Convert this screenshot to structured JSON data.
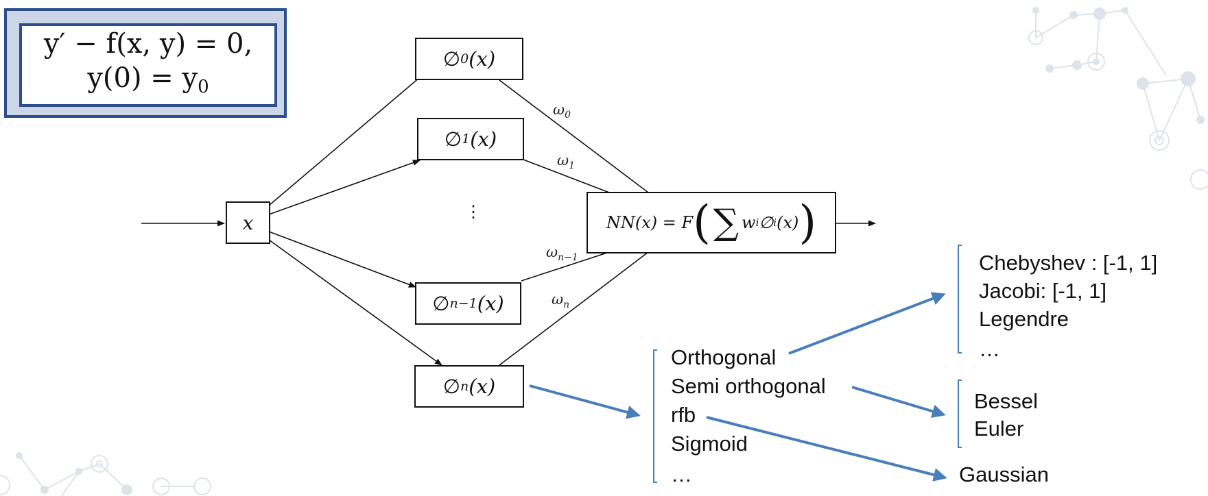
{
  "equation": {
    "line1": "y′ − f(x, y) = 0,",
    "line2_main": "y(0) = y",
    "line2_sub": "0"
  },
  "network": {
    "input": "x",
    "phi_symbol": "∅",
    "phi_arg": "(x)",
    "basis_subscripts": [
      "0",
      "1",
      "n−1",
      "n"
    ],
    "vdots": "⋮",
    "weight_symbol": "ω",
    "weight_subscripts": [
      "0",
      "1",
      "n−1",
      "n"
    ],
    "output": {
      "lhs": "NN(x) = F",
      "sigma": "∑",
      "w": "w",
      "w_sub": "i",
      "phi": "∅",
      "phi_sub": "i",
      "arg": "(x)"
    }
  },
  "basis_types": {
    "items": [
      "Orthogonal",
      "Semi orthogonal",
      "rfb",
      "Sigmoid",
      "…"
    ]
  },
  "orthogonal_examples": {
    "items": [
      "Chebyshev : [-1, 1]",
      "Jacobi: [-1, 1]",
      "Legendre",
      "…"
    ]
  },
  "semi_orthogonal_examples": {
    "items": [
      "Bessel",
      "Euler"
    ]
  },
  "rbf_examples": {
    "items": [
      "Gaussian"
    ]
  },
  "colors": {
    "accent_blue": "#4a7ebb",
    "box_border": "#2c4f8a",
    "box_fill": "#cdd6e8",
    "decor": "#dde3ea"
  }
}
